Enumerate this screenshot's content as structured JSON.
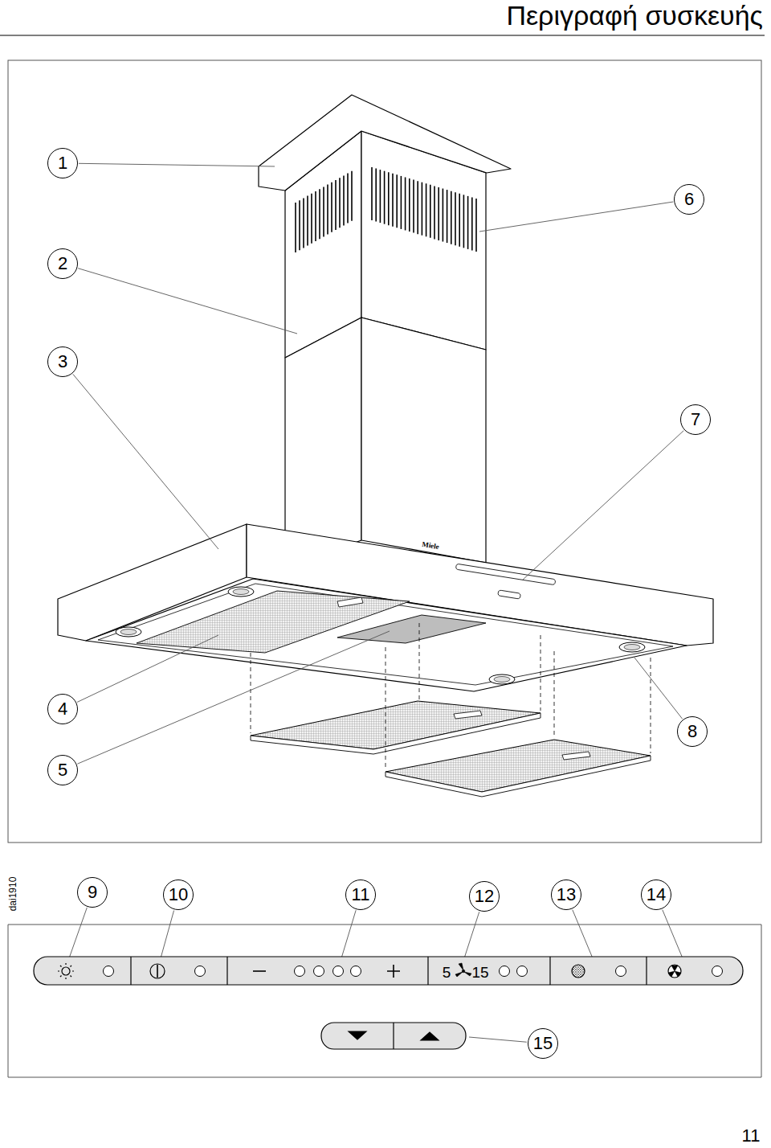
{
  "diagram": {
    "title": "Περιγραφή συσκευής",
    "nodes": [
      {
        "text": [
          "1"
        ]
      },
      {
        "text": [
          "6"
        ]
      },
      {
        "text": [
          "2"
        ]
      },
      {
        "text": [
          "3"
        ]
      },
      {
        "text": [
          "7"
        ]
      },
      {
        "text": [
          "4"
        ]
      },
      {
        "text": [
          "8"
        ]
      },
      {
        "text": [
          "5"
        ]
      },
      {
        "text": [
          "9"
        ]
      },
      {
        "text": [
          "10"
        ]
      },
      {
        "text": [
          "11"
        ]
      },
      {
        "text": [
          "12"
        ]
      },
      {
        "text": [
          "13"
        ]
      },
      {
        "text": [
          "14"
        ]
      },
      {
        "text": [
          "15"
        ]
      }
    ],
    "labels": [
      "Miele",
      "dai1910",
      "5",
      "15",
      "11"
    ]
  }
}
